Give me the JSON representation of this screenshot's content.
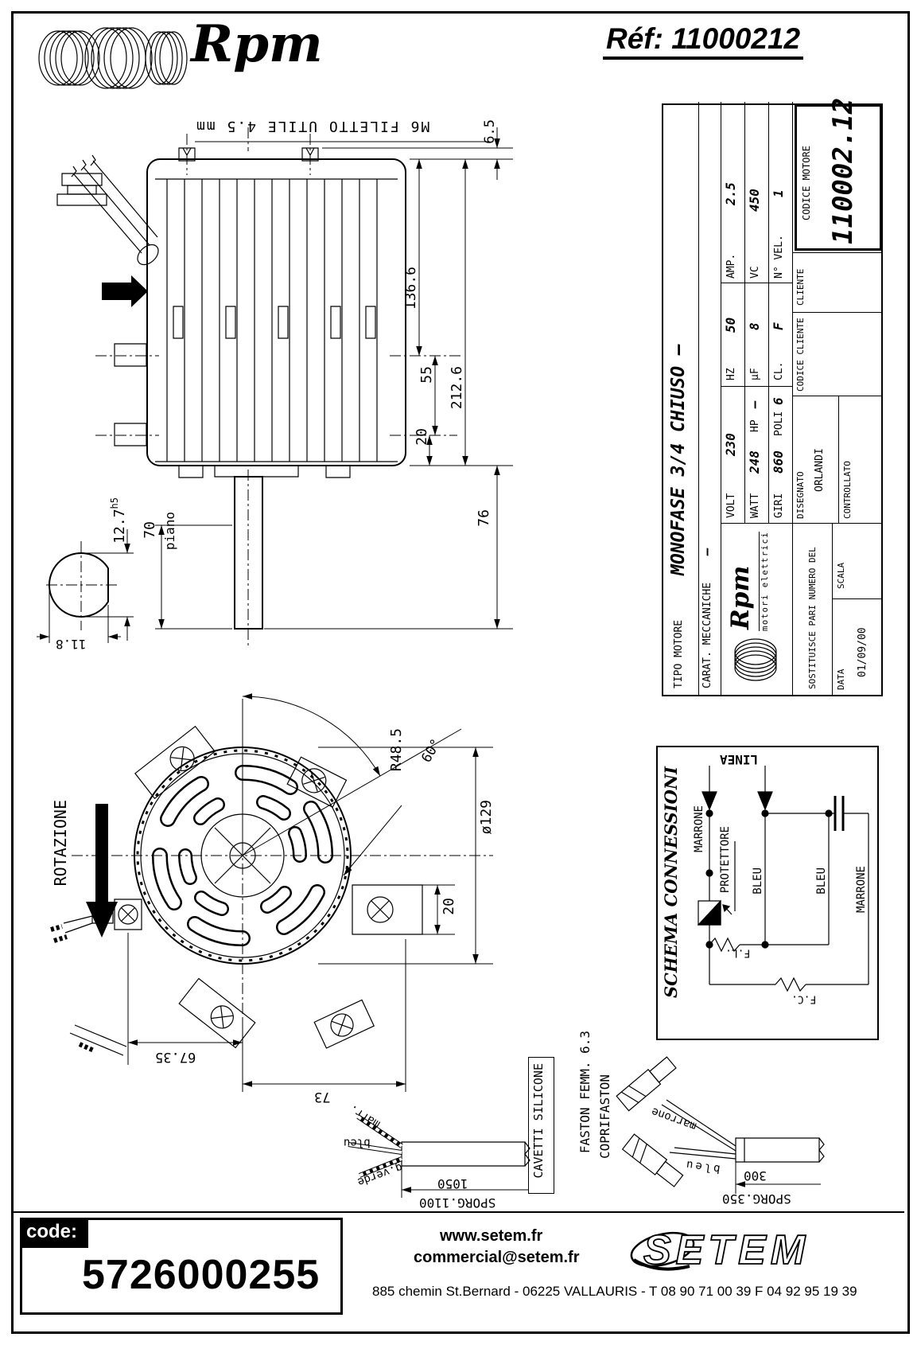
{
  "header": {
    "brand": "Rpm",
    "ref": "Réf: 11000212"
  },
  "side_view": {
    "thread_note": "M6 FILETTO UTILE 4.5 mm",
    "dims": {
      "d65": "6.5",
      "d1366": "136.6",
      "d55": "55",
      "d20": "20",
      "d2126": "212.6",
      "d76": "76",
      "d70": "70",
      "piano": "piano",
      "d127": "12.7",
      "h5": "h5",
      "d118": "11.8"
    }
  },
  "front_view": {
    "rotazione": "ROTAZIONE",
    "dims": {
      "r485": "R48.5",
      "a60": "60°",
      "d20": "20",
      "d129": "ø129",
      "d6735": "67.35",
      "d73": "73"
    }
  },
  "title_block": {
    "tipo_motore_label": "TIPO MOTORE",
    "tipo_motore_value": "MONOFASE 3/4 CHIUSO  —",
    "carat_label": "CARAT. MECCANICHE",
    "carat_value": "—",
    "volt_label": "VOLT",
    "volt_value": "230",
    "hz_label": "HZ",
    "hz_value": "50",
    "amp_label": "AMP.",
    "amp_value": "2.5",
    "watt_label": "WATT",
    "watt_value": "248",
    "hp_label": "HP",
    "hp_value": "—",
    "uf_label": "µF",
    "uf_value": "8",
    "vc_label": "VC",
    "vc_value": "450",
    "giri_label": "GIRI",
    "giri_value": "860",
    "poli_label": "POLI",
    "poli_value": "6",
    "cl_label": "CL.",
    "cl_value": "F",
    "nvel_label": "N° VEL.",
    "nvel_value": "1",
    "logo_brand": "Rpm",
    "logo_sub": "motori elettrici",
    "sostituisce": "SOSTITUISCE PARI NUMERO DEL",
    "data_label": "DATA",
    "data_value": "01/09/00",
    "scala_label": "SCALA",
    "disegnato_label": "DISEGNATO",
    "disegnato_value": "ORLANDI",
    "controllato_label": "CONTROLLATO",
    "codice_cliente_label": "CODICE CLIENTE",
    "cliente_label": "CLIENTE",
    "codice_motore_label": "CODICE MOTORE",
    "codice_motore_value": "110002.12"
  },
  "schema": {
    "title": "SCHEMA CONNESSIONI",
    "linea": "LINEA",
    "marrone_left": "MARRONE",
    "protettore": "PROTETTORE",
    "bleu_1": "BLEU",
    "bleu_2": "BLEU",
    "marrone_right": "MARRONE",
    "fl": "F.L.",
    "fc": "F.C."
  },
  "cable_detail": {
    "wire_marr": "marr.",
    "wire_bleu": "bleu",
    "wire_gverde": "g.verde",
    "dim_1050": "1050",
    "sporg_1100": "SPORG.1100",
    "cavetti": "CAVETTI SILICONE",
    "faston": "FASTON FEMM. 6.3",
    "coprifaston": "COPRIFASTON",
    "wire_marrone": "marrone",
    "wire_bleu2": "bleu",
    "dim_300": "300",
    "sporg_350": "SPORG.350"
  },
  "footer": {
    "code_label": "code:",
    "code_value": "5726000255",
    "website": "www.setem.fr",
    "email": "commercial@setem.fr",
    "address": "885 chemin St.Bernard  -  06225 VALLAURIS  -  T 08 90 71 00 39   F 04 92 95 19 39",
    "brand": "SETEM"
  }
}
